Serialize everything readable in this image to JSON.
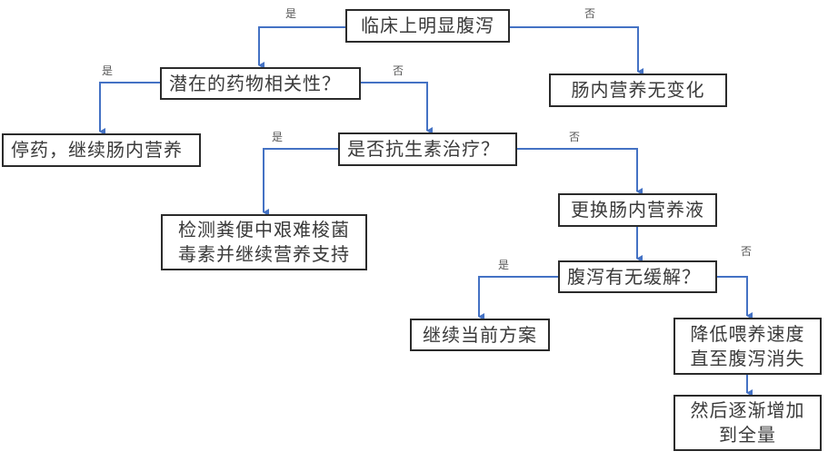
{
  "colors": {
    "connector": "#4472c4",
    "node_border": "#2b2b2b",
    "node_text": "#3a3a3a",
    "label_text": "#555555",
    "background": "#ffffff"
  },
  "nodes": {
    "root": {
      "lines": [
        "临床上明显腹泻"
      ]
    },
    "drug_related": {
      "lines": [
        "潜在的药物相关性？"
      ]
    },
    "no_change": {
      "lines": [
        "肠内营养无变化"
      ]
    },
    "stop_drug": {
      "lines": [
        "停药，继续肠内营养"
      ]
    },
    "antibiotic": {
      "lines": [
        "是否抗生素治疗？"
      ]
    },
    "cdiff_test": {
      "lines": [
        "检测粪便中艰难梭菌",
        "毒素并继续营养支持"
      ]
    },
    "change_formula": {
      "lines": [
        "更换肠内营养液"
      ]
    },
    "relief": {
      "lines": [
        "腹泻有无缓解？"
      ]
    },
    "continue_plan": {
      "lines": [
        "继续当前方案"
      ]
    },
    "reduce_rate": {
      "lines": [
        "降低喂养速度",
        "直至腹泻消失"
      ]
    },
    "increase_full": {
      "lines": [
        "然后逐渐增加",
        "到全量"
      ]
    }
  },
  "edge_labels": {
    "root_yes": "是",
    "root_no": "否",
    "drug_yes": "是",
    "drug_no": "否",
    "antibiotic_yes": "是",
    "antibiotic_no": "否",
    "relief_yes": "是",
    "relief_no": "否"
  },
  "edges": [
    {
      "from": "root",
      "to": "drug_related",
      "label": "是"
    },
    {
      "from": "root",
      "to": "no_change",
      "label": "否"
    },
    {
      "from": "drug_related",
      "to": "stop_drug",
      "label": "是"
    },
    {
      "from": "drug_related",
      "to": "antibiotic",
      "label": "否"
    },
    {
      "from": "antibiotic",
      "to": "cdiff_test",
      "label": "是"
    },
    {
      "from": "antibiotic",
      "to": "change_formula",
      "label": "否"
    },
    {
      "from": "change_formula",
      "to": "relief",
      "label": ""
    },
    {
      "from": "relief",
      "to": "continue_plan",
      "label": "是"
    },
    {
      "from": "relief",
      "to": "reduce_rate",
      "label": "否"
    },
    {
      "from": "reduce_rate",
      "to": "increase_full",
      "label": ""
    }
  ]
}
